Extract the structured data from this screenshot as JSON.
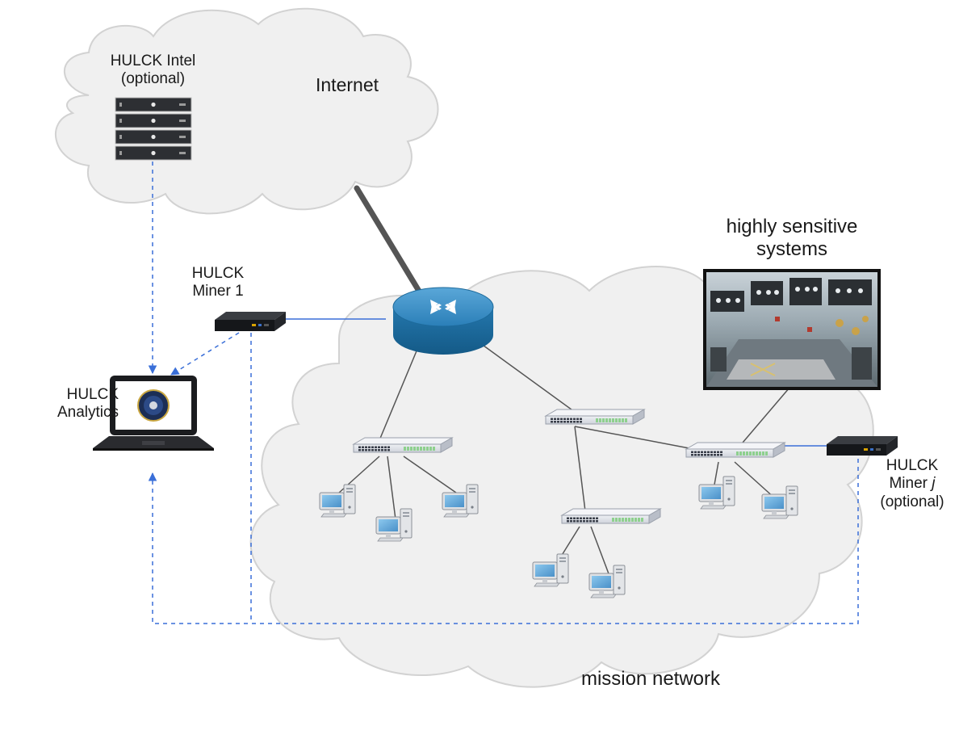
{
  "clouds": {
    "internet_label": "Internet",
    "mission_label": "mission network"
  },
  "hulck_intel": {
    "line1": "HULCK Intel",
    "line2": "(optional)"
  },
  "miner1": {
    "line1": "HULCK",
    "line2": "Miner 1"
  },
  "minerj": {
    "line1": "HULCK",
    "line2_prefix": "Miner ",
    "line2_var": "j",
    "line3": "(optional)"
  },
  "analytics": {
    "line1": "HULCK",
    "line2": "Analytics"
  },
  "sensitive": {
    "line1": "highly sensitive",
    "line2": "systems"
  },
  "colors": {
    "cloud_fill": "#f0f0f0",
    "cloud_stroke": "#d2d2d2",
    "dashed_link": "#3a6fd8",
    "router": "#2b7fb8",
    "uplink": "#555555"
  }
}
